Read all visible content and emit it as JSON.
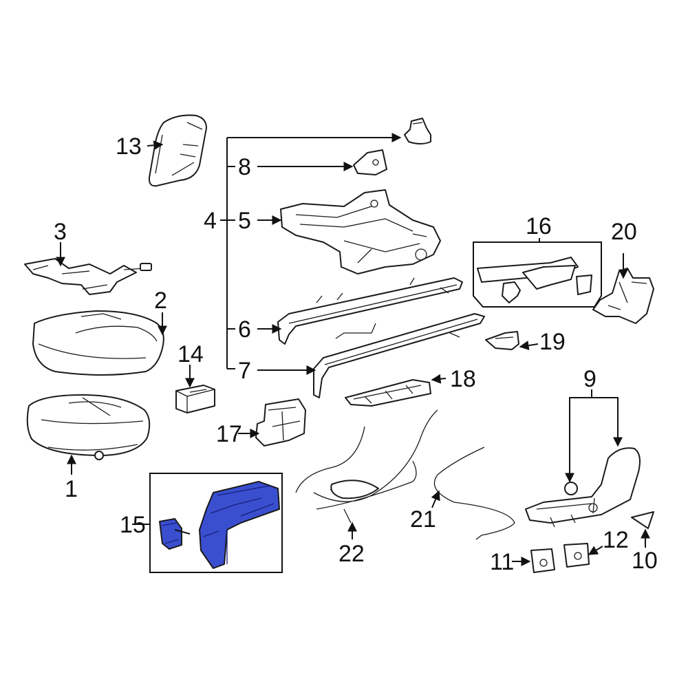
{
  "colors": {
    "highlight": "#3a4fd0",
    "line": "#1a1a1a",
    "background": "#ffffff"
  },
  "callouts": [
    {
      "id": "1",
      "label": "1"
    },
    {
      "id": "2",
      "label": "2"
    },
    {
      "id": "3",
      "label": "3"
    },
    {
      "id": "4",
      "label": "4"
    },
    {
      "id": "5",
      "label": "5"
    },
    {
      "id": "6",
      "label": "6"
    },
    {
      "id": "7",
      "label": "7"
    },
    {
      "id": "8",
      "label": "8"
    },
    {
      "id": "9",
      "label": "9"
    },
    {
      "id": "10",
      "label": "10"
    },
    {
      "id": "11",
      "label": "11"
    },
    {
      "id": "12",
      "label": "12"
    },
    {
      "id": "13",
      "label": "13"
    },
    {
      "id": "14",
      "label": "14"
    },
    {
      "id": "15",
      "label": "15"
    },
    {
      "id": "16",
      "label": "16"
    },
    {
      "id": "17",
      "label": "17"
    },
    {
      "id": "18",
      "label": "18"
    },
    {
      "id": "19",
      "label": "19"
    },
    {
      "id": "20",
      "label": "20"
    },
    {
      "id": "21",
      "label": "21"
    },
    {
      "id": "22",
      "label": "22"
    }
  ],
  "highlighted_part": "15"
}
